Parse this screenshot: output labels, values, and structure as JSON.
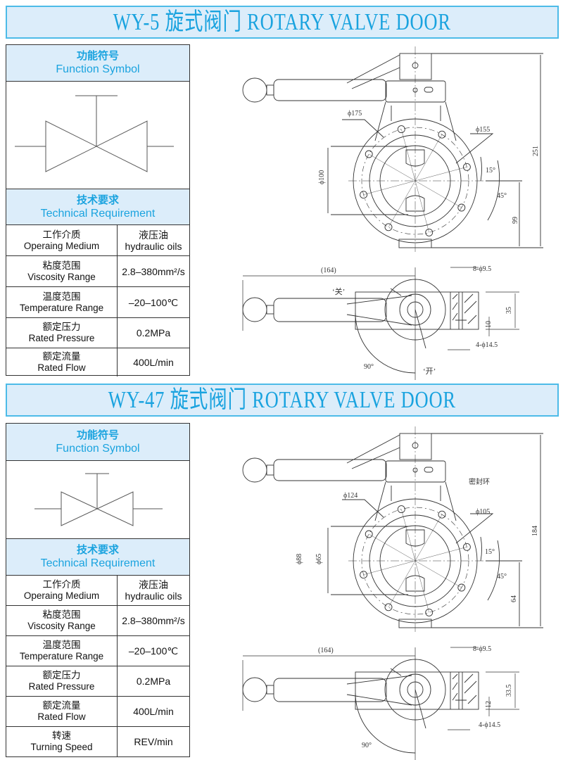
{
  "sections": [
    {
      "title": "WY-5 旋式阀门   ROTARY VALVE DOOR",
      "function_symbol": {
        "cn": "功能符号",
        "en": "Function Symbol"
      },
      "tech_req": {
        "cn": "技术要求",
        "en": "Technical Requirement"
      },
      "rows": [
        {
          "cn": "工作介质",
          "en": "Operaing Medium",
          "value_cn": "液压油",
          "value": "hydraulic oils"
        },
        {
          "cn": "粘度范围",
          "en": "Viscosity Range",
          "value": "2.8–380mm²/s"
        },
        {
          "cn": "温度范围",
          "en": "Temperature Range",
          "value": "–20–100℃"
        },
        {
          "cn": "额定压力",
          "en": "Rated Pressure",
          "value": "0.2MPa"
        },
        {
          "cn": "额定流量",
          "en": "Rated Flow",
          "value": "400L/min"
        }
      ],
      "front_dims": {
        "outer": "ϕ175",
        "bolt_circle": "ϕ155",
        "bore": "ϕ100",
        "angle_small": "15°",
        "angle_large": "45°",
        "center_height": "99",
        "total_height": "251"
      },
      "side_dims": {
        "length": "(164)",
        "holes_small": "8-ϕ9.5",
        "holes_large": "4-ϕ14.5",
        "thickness": "35",
        "counterbore": "10",
        "angle": "90°",
        "closed": "‘关’",
        "open": "‘开’"
      }
    },
    {
      "title": "WY-47 旋式阀门   ROTARY VALVE DOOR",
      "function_symbol": {
        "cn": "功能符号",
        "en": "Function Symbol"
      },
      "tech_req": {
        "cn": "技术要求",
        "en": "Technical Requirement"
      },
      "rows": [
        {
          "cn": "工作介质",
          "en": "Operaing Medium",
          "value_cn": "液压油",
          "value": "hydraulic oils"
        },
        {
          "cn": "粘度范围",
          "en": "Viscosity Range",
          "value": "2.8–380mm²/s"
        },
        {
          "cn": "温度范围",
          "en": "Temperature Range",
          "value": "–20–100℃"
        },
        {
          "cn": "额定压力",
          "en": "Rated Pressure",
          "value": "0.2MPa"
        },
        {
          "cn": "额定流量",
          "en": "Rated Flow",
          "value": "400L/min"
        },
        {
          "cn": "转速",
          "en": "Turning Speed",
          "value": "REV/min"
        }
      ],
      "front_dims": {
        "seal": "密封环",
        "outer": "ϕ124",
        "bolt_circle": "ϕ105",
        "bore_outer": "ϕ88",
        "bore": "ϕ65",
        "angle_small": "15°",
        "angle_large": "45°",
        "center_height": "64",
        "total_height": "184"
      },
      "side_dims": {
        "length": "(164)",
        "holes_small": "8-ϕ9.5",
        "holes_large": "4-ϕ14.5",
        "thickness": "33.5",
        "counterbore": "12",
        "angle": "90°"
      }
    }
  ],
  "colors": {
    "accent": "#1aa3df",
    "header_bg": "#dcedfa",
    "border": "#4dbbe8"
  }
}
